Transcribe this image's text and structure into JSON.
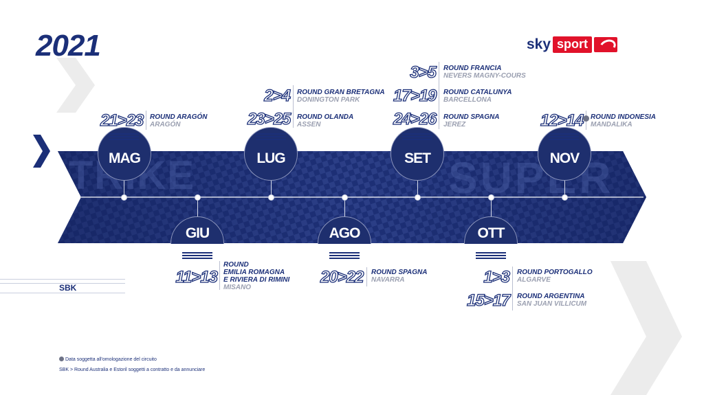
{
  "header": {
    "year": "2021"
  },
  "logo": {
    "sky": "sky",
    "sport": "sport"
  },
  "timeline": {
    "banner_text_left": "TRIKE",
    "banner_text_right": "SUPER",
    "color_band": "#1b2f78",
    "months": {
      "mag": "MAG",
      "giu": "GIU",
      "lug": "LUG",
      "ago": "AGO",
      "set": "SET",
      "ott": "OTT",
      "nov": "NOV"
    }
  },
  "rounds": {
    "aragon": {
      "dates": "21>23",
      "title": "ROUND ARAGÓN",
      "venue": "ARAGÓN"
    },
    "misano": {
      "dates": "11>13",
      "title1": "ROUND",
      "title2": "EMILIA ROMAGNA",
      "title3": "E RIVIERA DI RIMINI",
      "venue": "MISANO"
    },
    "gb": {
      "dates": "2>4",
      "title": "ROUND GRAN BRETAGNA",
      "venue": "DONINGTON PARK"
    },
    "olanda": {
      "dates": "23>25",
      "title": "ROUND OLANDA",
      "venue": "ASSEN"
    },
    "navarra": {
      "dates": "20>22",
      "title": "ROUND SPAGNA",
      "venue": "NAVARRA"
    },
    "francia": {
      "dates": "3>5",
      "title": "ROUND FRANCIA",
      "venue": "NEVERS MAGNY-COURS"
    },
    "catalunya": {
      "dates": "17>19",
      "title": "ROUND CATALUNYA",
      "venue": "BARCELLONA"
    },
    "jerez": {
      "dates": "24>26",
      "title": "ROUND SPAGNA",
      "venue": "JEREZ"
    },
    "portogallo": {
      "dates": "1>3",
      "title": "ROUND PORTOGALLO",
      "venue": "ALGARVE"
    },
    "argentina": {
      "dates": "15>17",
      "title": "ROUND ARGENTINA",
      "venue": "SAN JUAN VILLICUM"
    },
    "indonesia": {
      "dates": "12>14",
      "title": "ROUND INDONESIA",
      "venue": "MANDALIKA"
    }
  },
  "side_label": "SBK",
  "footer": {
    "note1": "Data soggetta all'omologazione del circuito",
    "note2": "SBK > Round Australia e Estoril soggetti a contratto e da annunciare"
  }
}
